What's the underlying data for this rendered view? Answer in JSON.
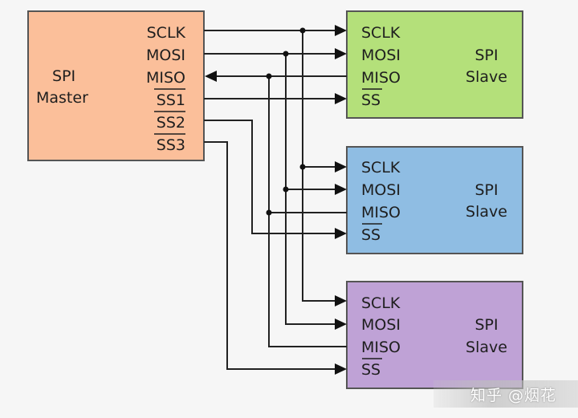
{
  "diagram": {
    "title": "SPI bus: one master, three slaves",
    "colors": {
      "master": "#fbbf9a",
      "slave1": "#b4e07a",
      "slave2": "#8fbde3",
      "slave3": "#bfa2d6",
      "wire": "#222222",
      "background": "#f6f6f6"
    },
    "master": {
      "name_line1": "SPI",
      "name_line2": "Master",
      "pins": [
        "SCLK",
        "MOSI",
        "MISO",
        "SS1",
        "SS2",
        "SS3"
      ]
    },
    "slaves": [
      {
        "name_line1": "SPI",
        "name_line2": "Slave",
        "pins": [
          "SCLK",
          "MOSI",
          "MISO",
          "SS"
        ]
      },
      {
        "name_line1": "SPI",
        "name_line2": "Slave",
        "pins": [
          "SCLK",
          "MOSI",
          "MISO",
          "SS"
        ]
      },
      {
        "name_line1": "SPI",
        "name_line2": "Slave",
        "pins": [
          "SCLK",
          "MOSI",
          "MISO",
          "SS"
        ]
      }
    ],
    "connections": [
      {
        "from": "Master.SCLK",
        "to": [
          "Slave1.SCLK",
          "Slave2.SCLK",
          "Slave3.SCLK"
        ],
        "direction": "master-to-slave"
      },
      {
        "from": "Master.MOSI",
        "to": [
          "Slave1.MOSI",
          "Slave2.MOSI",
          "Slave3.MOSI"
        ],
        "direction": "master-to-slave"
      },
      {
        "from": "Slaves.MISO",
        "to": [
          "Master.MISO"
        ],
        "direction": "slave-to-master"
      },
      {
        "from": "Master.SS1",
        "to": [
          "Slave1.SS"
        ],
        "direction": "master-to-slave"
      },
      {
        "from": "Master.SS2",
        "to": [
          "Slave2.SS"
        ],
        "direction": "master-to-slave"
      },
      {
        "from": "Master.SS3",
        "to": [
          "Slave3.SS"
        ],
        "direction": "master-to-slave"
      }
    ]
  },
  "watermark": {
    "text": "知乎 @烟花"
  }
}
